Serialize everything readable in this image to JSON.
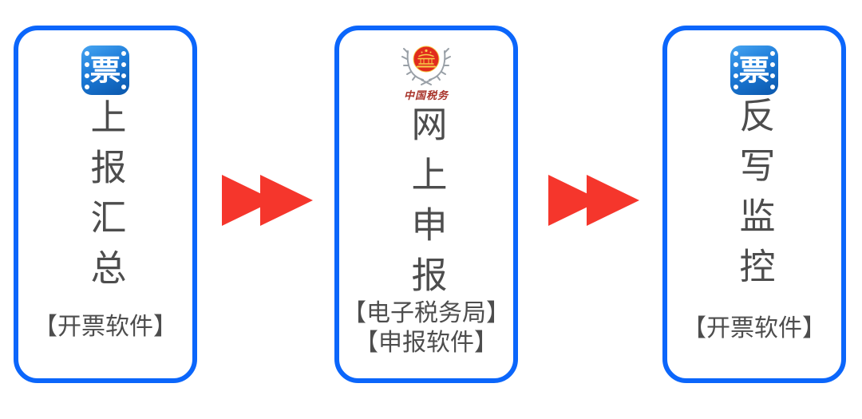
{
  "flow": {
    "steps": [
      {
        "id": "step-1",
        "icon": "invoice-software-icon",
        "icon_glyph": "票",
        "title": "上报汇总",
        "labels": [
          "【开票软件】"
        ]
      },
      {
        "id": "step-2",
        "icon": "china-tax-emblem-icon",
        "emblem_caption": "中国税务",
        "title": "网上申报",
        "labels": [
          "【电子税务局】",
          "【申报软件】"
        ]
      },
      {
        "id": "step-3",
        "icon": "invoice-software-icon",
        "icon_glyph": "票",
        "title": "反写监控",
        "labels": [
          "【开票软件】"
        ]
      }
    ],
    "connectors": [
      {
        "id": "arrow-1",
        "type": "fast-forward-arrow"
      },
      {
        "id": "arrow-2",
        "type": "fast-forward-arrow"
      }
    ],
    "colors": {
      "card_border": "#0b66fb",
      "arrow_red": "#f5362c",
      "title_text": "#4d4d4d",
      "icon_gradient_top": "#47a5f1",
      "icon_gradient_bottom": "#0b57ab",
      "emblem_red": "#e12b1d",
      "emblem_gold": "#f7d04b",
      "emblem_text_red": "#a8332a",
      "wheat_gray": "#99a0a7"
    }
  }
}
